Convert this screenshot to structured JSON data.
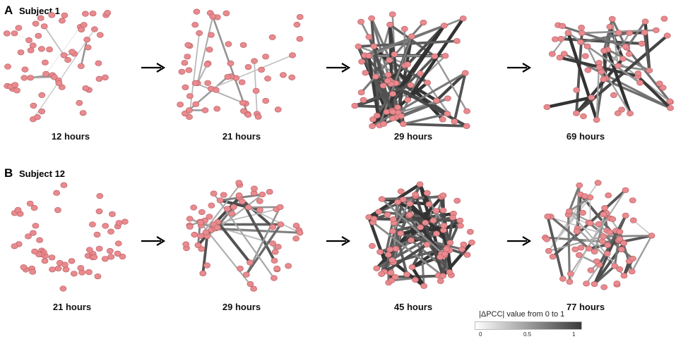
{
  "panels": [
    {
      "letter": "A",
      "subject": "Subject 1",
      "stages": [
        "12 hours",
        "21 hours",
        "29 hours",
        "69 hours"
      ]
    },
    {
      "letter": "B",
      "subject": "Subject 12",
      "stages": [
        "21 hours",
        "29 hours",
        "45 hours",
        "77 hours"
      ]
    }
  ],
  "legend": {
    "title": "|ΔPCC| value from 0 to 1",
    "min": "0",
    "mid": "0.5",
    "max": "1"
  },
  "colors": {
    "node_fill": "#e88a8e",
    "node_stroke": "#b85a60",
    "arrow": "#000000"
  }
}
